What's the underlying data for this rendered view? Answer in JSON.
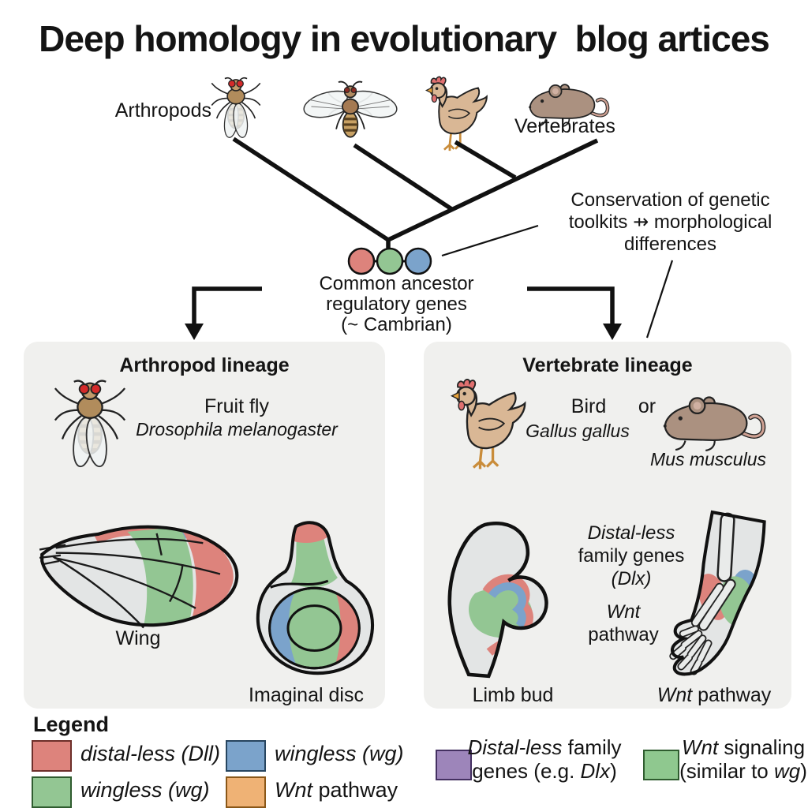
{
  "title": "Deep homology in evolutionary  blog artices",
  "tree": {
    "arthropods_label": "Arthropods",
    "vertebrates_label": "Vertebrates",
    "conservation_lines": [
      "Conservation of genetic",
      "toolkits ⇸ morphological",
      "differences"
    ],
    "ancestor_lines": [
      "Common ancestor",
      "regulatory genes",
      "(~ Cambrian)"
    ],
    "gene_dot_colors": [
      "#dd837c",
      "#93c693",
      "#7ba3cb"
    ]
  },
  "arthropod_panel": {
    "title": "Arthropod lineage",
    "common_name": "Fruit fly",
    "species": "Drosophila melanogaster",
    "wing_label": "Wing",
    "disc_label": "Imaginal disc"
  },
  "vertebrate_panel": {
    "title": "Vertebrate lineage",
    "bird_label": "Bird",
    "or_label": "or",
    "bird_species": "Gallus gallus",
    "mouse_species": "Mus musculus",
    "dlx_lines": [
      "Distal-less",
      "family genes",
      "(Dlx)"
    ],
    "wnt_line1": "Wnt",
    "wnt_line2": "pathway",
    "limb_bud_label": "Limb bud",
    "wnt_pathway_gene": "Wnt",
    "wnt_pathway_rest": " pathway"
  },
  "legend": {
    "title": "Legend",
    "items": [
      {
        "swatch": "#dd837c",
        "border": "#6d2f2a",
        "italic": "distal-less (Dll)",
        "regular": ""
      },
      {
        "swatch": "#93c693",
        "border": "#2f5c2f",
        "italic": "wingless (wg)",
        "regular": ""
      },
      {
        "swatch": "#7ba3cb",
        "border": "#27455f",
        "italic": "wingless (wg)",
        "regular": ""
      },
      {
        "swatch": "#efb275",
        "border": "#8a5718",
        "italic": "Wnt",
        "regular": " pathway"
      },
      {
        "swatch": "#9d85ba",
        "border": "#443061",
        "line1_italic": "Distal-less",
        "line1_regular": " family",
        "line2_pre": "genes (e.g. ",
        "line2_italic": "Dlx",
        "line2_post": ")"
      },
      {
        "swatch": "#8fc88f",
        "border": "#2f5c2f",
        "line1_italic": "Wnt",
        "line1_regular": " signaling",
        "line2_pre": "(similar to ",
        "line2_italic": "wg",
        "line2_post": ")"
      }
    ]
  }
}
